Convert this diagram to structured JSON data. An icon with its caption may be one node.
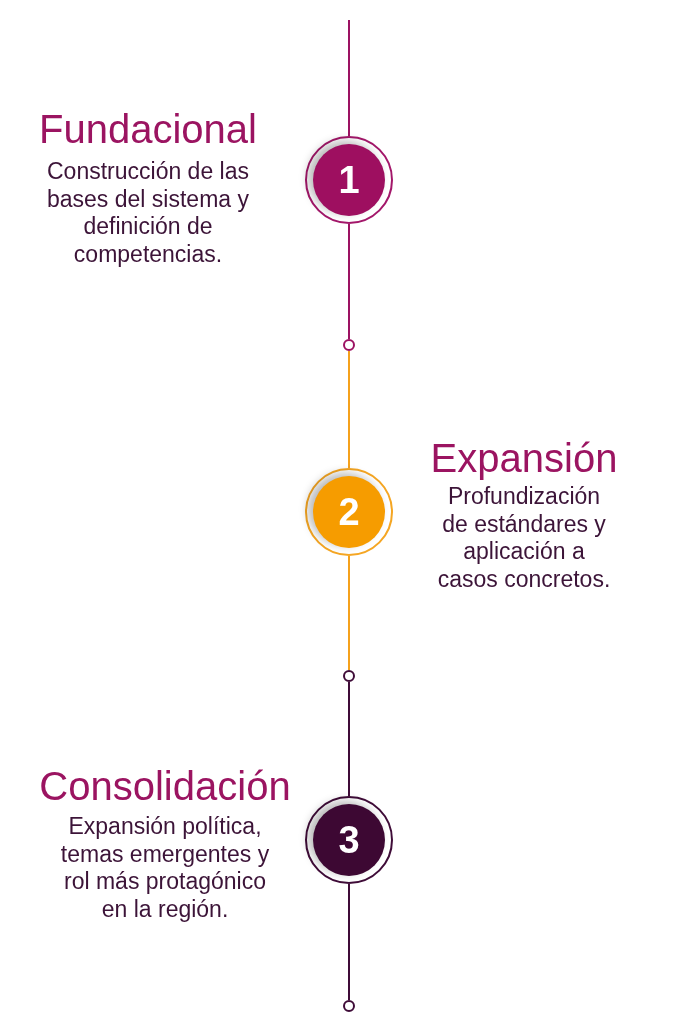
{
  "diagram": {
    "nodes": [
      {
        "text": [
          "1"
        ],
        "beside": [
          "Fundacional",
          "Construcción de las bases del sistema y definición de competencias."
        ]
      },
      {
        "text": [],
        "shape": "circle"
      },
      {
        "text": [
          "2"
        ],
        "beside": [
          "Expansión",
          "Profundización de estándares y aplicación a casos concretos."
        ]
      },
      {
        "text": [],
        "shape": "circle"
      },
      {
        "text": [
          "3"
        ],
        "beside": [
          "Consolidación",
          "Expansión política, temas emergentes y rol más protagónico en la región."
        ]
      },
      {
        "text": [],
        "shape": "circle"
      }
    ],
    "edges": [
      {
        "from": null,
        "to": 0,
        "arrow": "none",
        "color": "#9c1262"
      },
      {
        "from": 0,
        "to": 1,
        "arrow": "none",
        "color": "#9c1262"
      },
      {
        "from": 1,
        "to": 2,
        "arrow": "none",
        "color": "#f5a11c"
      },
      {
        "from": 2,
        "to": 3,
        "arrow": "none",
        "color": "#f5a11c"
      },
      {
        "from": 3,
        "to": 4,
        "arrow": "none",
        "color": "#3f0c38"
      },
      {
        "from": 4,
        "to": 5,
        "arrow": "none",
        "color": "#3f0c38"
      }
    ]
  }
}
